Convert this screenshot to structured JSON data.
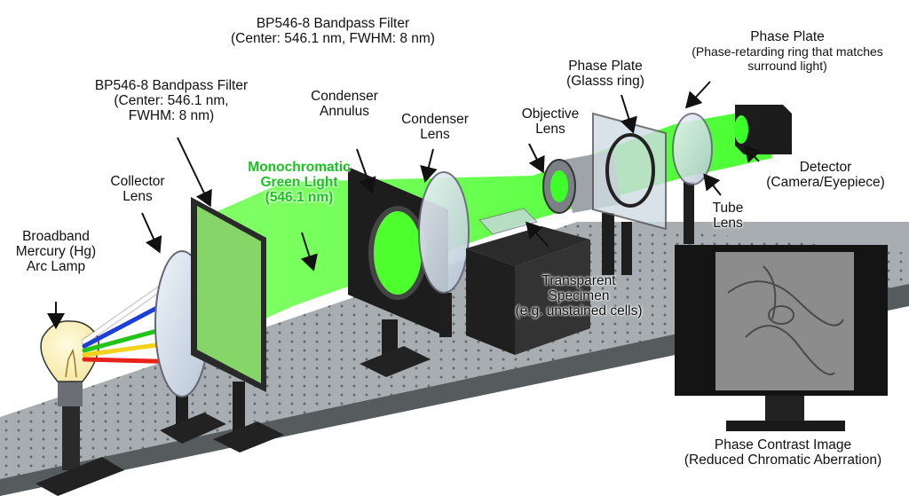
{
  "labels": {
    "top_filter_title": "BP546-8 Bandpass Filter",
    "top_filter_spec": "(Center: 546.1 nm, FWHM: 8 nm)",
    "filter_title": "BP546-8 Bandpass Filter",
    "filter_spec_1": "(Center: 546.1 nm,",
    "filter_spec_2": "FWHM: 8 nm)",
    "lamp_1": "Broadband",
    "lamp_2": "Mercury (Hg)",
    "lamp_3": "Arc Lamp",
    "collector_1": "Collector",
    "collector_2": "Lens",
    "mono_1": "Monochromatic",
    "mono_2": "Green Light",
    "mono_3": "(546.1 nm)",
    "annulus_1": "Condenser",
    "annulus_2": "Annulus",
    "condenser_1": "Condenser",
    "condenser_2": "Lens",
    "objective_1": "Objective",
    "objective_2": "Lens",
    "phase_glass_1": "Phase Plate",
    "phase_glass_2": "(Glasss ring)",
    "phase_ring_1": "Phase Plate",
    "phase_ring_2": "(Phase-retarding ring that matches",
    "phase_ring_3": "surround light)",
    "detector_1": "Detector",
    "detector_2": "(Camera/Eyepiece)",
    "tube_1": "Tube",
    "tube_2": "Lens",
    "specimen_1": "Transparent",
    "specimen_2": "Specimen",
    "specimen_3": "(e.g. unstained cells)",
    "image_1": "Phase Contrast Image",
    "image_2": "(Reduced Chromatic Aberration)"
  },
  "colors": {
    "beam": "#3cff2a",
    "table": "#9da3a6",
    "mount": "#1f1f1f",
    "ray_white": "#ffffff",
    "ray_blue": "#1d3fd6",
    "ray_green": "#22c41a",
    "ray_yellow": "#f2d21a",
    "ray_red": "#e5231b"
  }
}
